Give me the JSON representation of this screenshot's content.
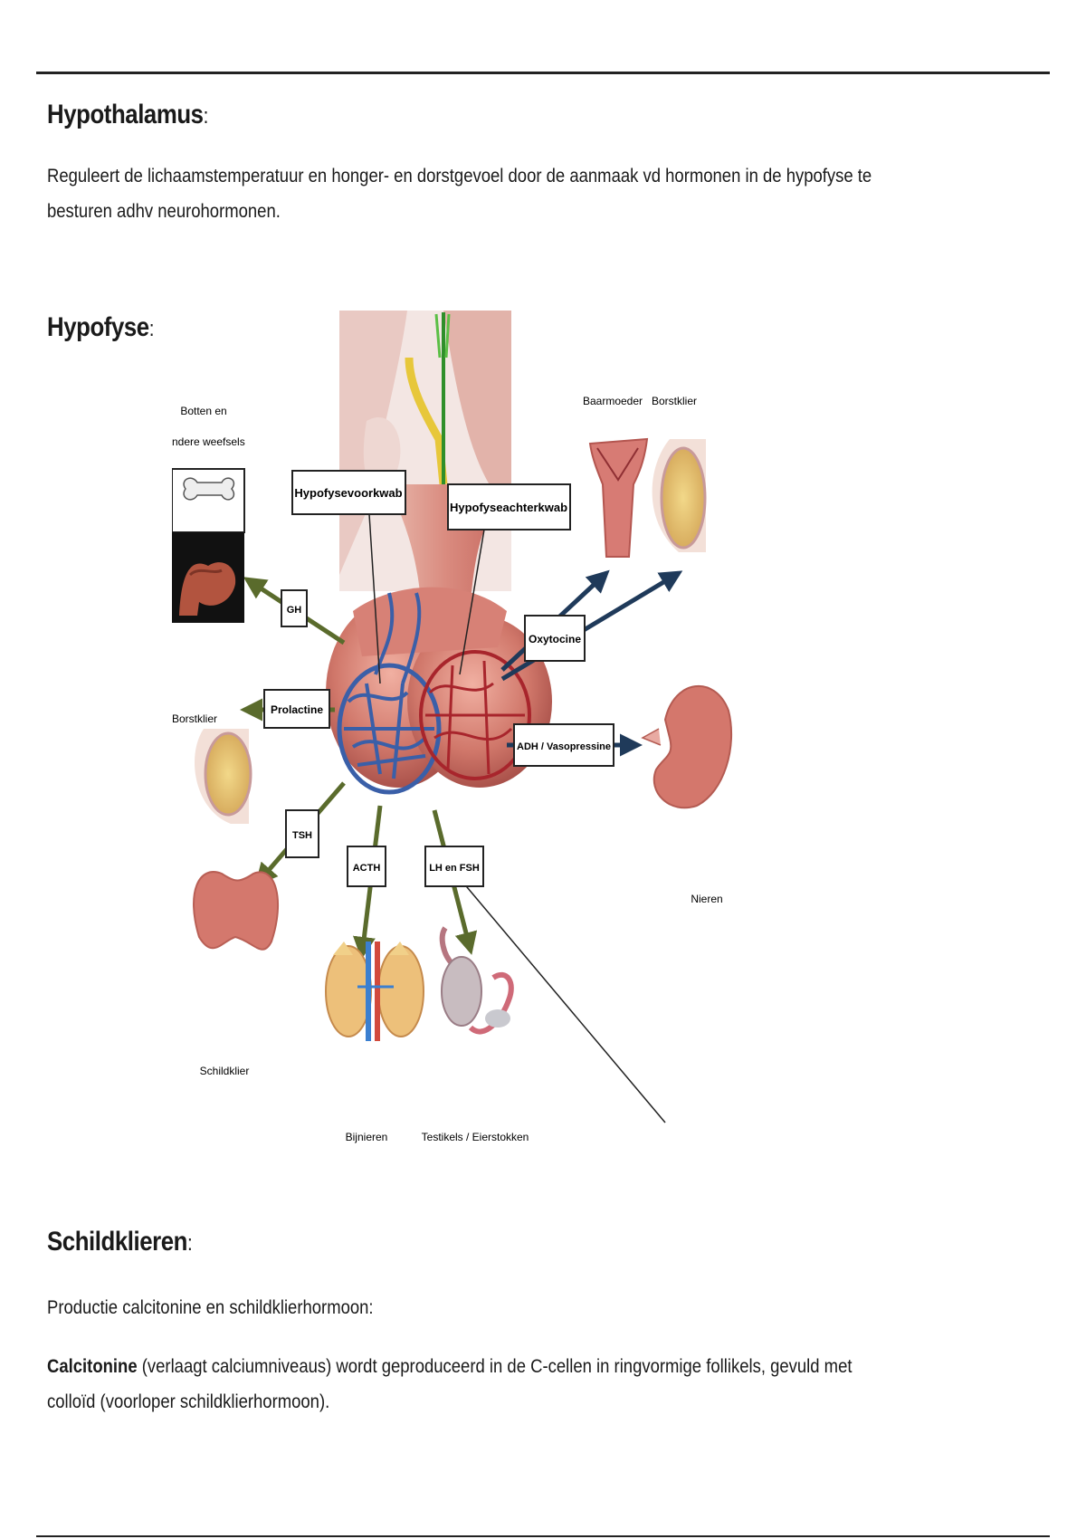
{
  "sections": {
    "hypothalamus": {
      "title": "Hypothalamus",
      "colon": ":",
      "text": "Reguleert de lichaamstemperatuur en honger- en dorstgevoel door de aanmaak vd hormonen in de hypofyse te besturen adhv neurohormonen."
    },
    "hypofyse": {
      "title": "Hypofyse",
      "colon": ":"
    },
    "schildklieren": {
      "title": "Schildklieren",
      "colon": ":",
      "intro": "Productie calcitonine en schildklierhormoon:",
      "calcitonine_bold": "Calcitonine",
      "calcitonine_text": " (verlaagt calciumniveaus) wordt geproduceerd in de C-cellen in ringvormige follikels, gevuld met colloïd (voorloper schildklierhormoon)."
    }
  },
  "diagram": {
    "lobe_labels": {
      "anterior": "Hypofysevoorkwab",
      "posterior": "Hypofyseachterkwab"
    },
    "hormones": {
      "gh": "GH",
      "prolactine": "Prolactine",
      "tsh": "TSH",
      "acth": "ACTH",
      "lh_fsh": "LH en FSH",
      "oxytocine": "Oxytocine",
      "adh": "ADH / Vasopressine"
    },
    "targets": {
      "botten_line1": "Botten en",
      "botten_line2": "andere weefsels",
      "borstklier_left": "Borstklier",
      "schildklier": "Schildklier",
      "bijnieren": "Bijnieren",
      "testikels": "Testikels / Eierstokken",
      "baarmoeder": "Baarmoeder",
      "borstklier_right": "Borstklier",
      "nieren": "Nieren"
    },
    "colors": {
      "arrow_anterior": "#5a6b2c",
      "arrow_posterior": "#1f3a5a",
      "tissue": "#c8675e",
      "vessel_blue": "#3a5fa8",
      "vessel_red": "#a8252c"
    }
  }
}
